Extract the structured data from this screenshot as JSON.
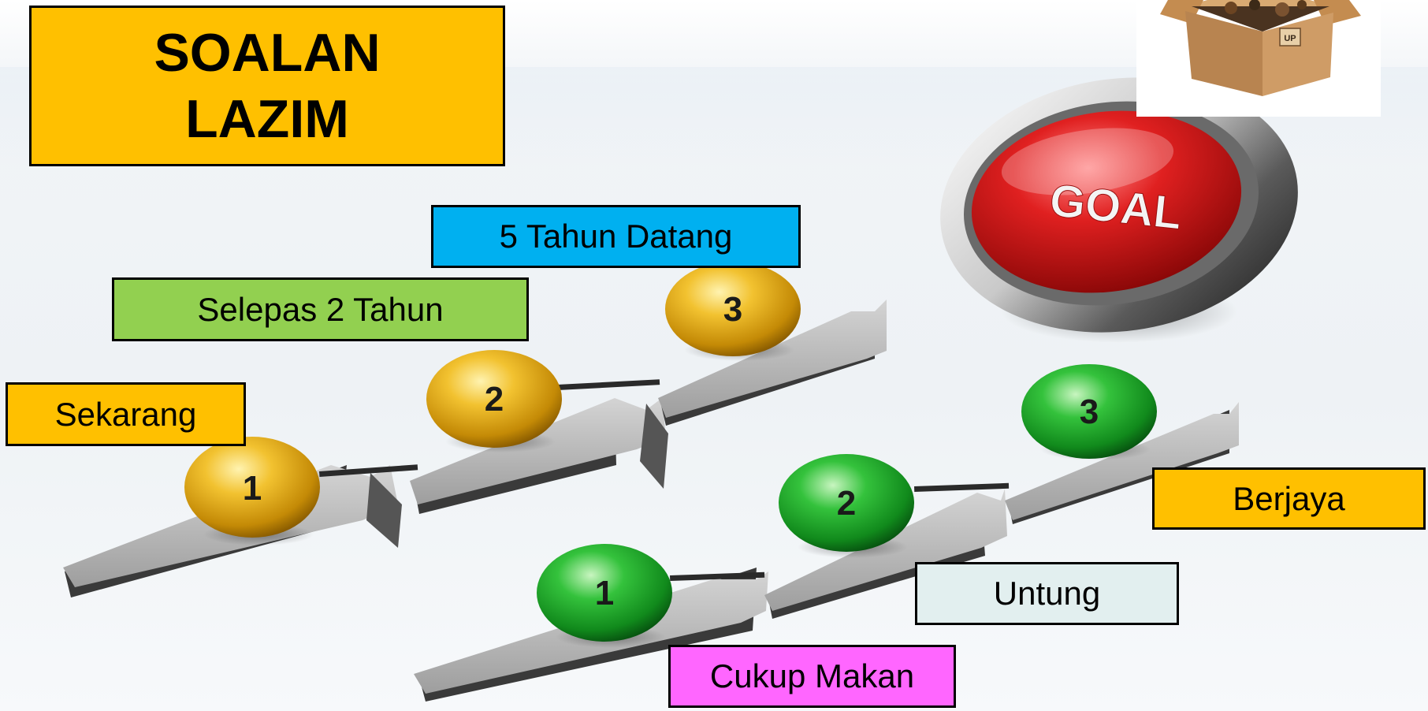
{
  "title": {
    "line1": "SOALAN",
    "line2": "LAZIM"
  },
  "labels": {
    "sekarang": "Sekarang",
    "selepas": "Selepas 2 Tahun",
    "lima_tahun": "5 Tahun Datang",
    "berjaya": "Berjaya",
    "untung": "Untung",
    "cukup_makan": "Cukup Makan"
  },
  "steps_gold": [
    "1",
    "2",
    "3"
  ],
  "steps_green": [
    "1",
    "2",
    "3"
  ],
  "goal_button": "GOAL",
  "box_stamp": "UP",
  "colors": {
    "title_bg": "#ffc000",
    "green_label": "#92d050",
    "blue_label": "#00b0f0",
    "pink_label": "#ff66ff",
    "light_label": "#e2efef",
    "gold_ball": "#e0a812",
    "green_ball": "#1fa22a",
    "goal_red": "#d01818"
  }
}
